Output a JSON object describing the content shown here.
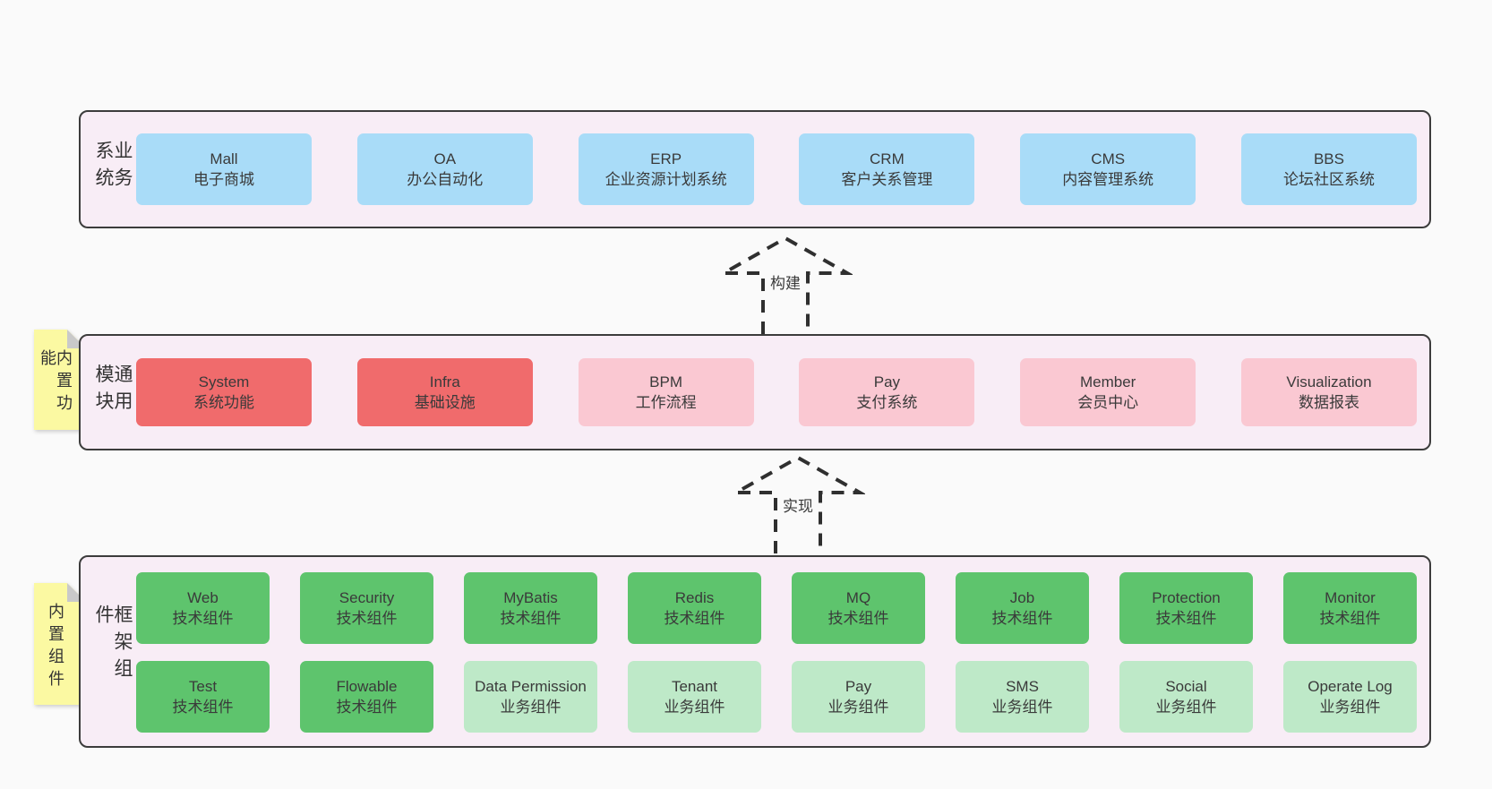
{
  "diagram": {
    "arrows": [
      {
        "label": "构建"
      },
      {
        "label": "实现"
      }
    ],
    "layers": [
      {
        "side_label": "业务系统",
        "items": [
          {
            "name": "Mall",
            "desc": "电子商城"
          },
          {
            "name": "OA",
            "desc": "办公自动化"
          },
          {
            "name": "ERP",
            "desc": "企业资源计划系统"
          },
          {
            "name": "CRM",
            "desc": "客户关系管理"
          },
          {
            "name": "CMS",
            "desc": "内容管理系统"
          },
          {
            "name": "BBS",
            "desc": "论坛社区系统"
          }
        ]
      },
      {
        "side_label": "通用模块",
        "sticky": "内置功能",
        "items": [
          {
            "name": "System",
            "desc": "系统功能",
            "variant": "red"
          },
          {
            "name": "Infra",
            "desc": "基础设施",
            "variant": "red"
          },
          {
            "name": "BPM",
            "desc": "工作流程",
            "variant": "pink"
          },
          {
            "name": "Pay",
            "desc": "支付系统",
            "variant": "pink"
          },
          {
            "name": "Member",
            "desc": "会员中心",
            "variant": "pink"
          },
          {
            "name": "Visualization",
            "desc": "数据报表",
            "variant": "pink"
          }
        ]
      },
      {
        "side_label": "框架组件",
        "sticky": "内置组件",
        "rows": [
          [
            {
              "name": "Web",
              "desc": "技术组件",
              "variant": "green"
            },
            {
              "name": "Security",
              "desc": "技术组件",
              "variant": "green"
            },
            {
              "name": "MyBatis",
              "desc": "技术组件",
              "variant": "green"
            },
            {
              "name": "Redis",
              "desc": "技术组件",
              "variant": "green"
            },
            {
              "name": "MQ",
              "desc": "技术组件",
              "variant": "green"
            },
            {
              "name": "Job",
              "desc": "技术组件",
              "variant": "green"
            },
            {
              "name": "Protection",
              "desc": "技术组件",
              "variant": "green"
            },
            {
              "name": "Monitor",
              "desc": "技术组件",
              "variant": "green"
            }
          ],
          [
            {
              "name": "Test",
              "desc": "技术组件",
              "variant": "green"
            },
            {
              "name": "Flowable",
              "desc": "技术组件",
              "variant": "green"
            },
            {
              "name": "Data Permission",
              "desc": "业务组件",
              "variant": "lightgreen"
            },
            {
              "name": "Tenant",
              "desc": "业务组件",
              "variant": "lightgreen"
            },
            {
              "name": "Pay",
              "desc": "业务组件",
              "variant": "lightgreen"
            },
            {
              "name": "SMS",
              "desc": "业务组件",
              "variant": "lightgreen"
            },
            {
              "name": "Social",
              "desc": "业务组件",
              "variant": "lightgreen"
            },
            {
              "name": "Operate Log",
              "desc": "业务组件",
              "variant": "lightgreen"
            }
          ]
        ]
      }
    ],
    "colors": {
      "page_bg": "#fafafa",
      "panel_bg": "#f8edf6",
      "panel_border": "#3c3c3c",
      "blue": "#a9dcf8",
      "red": "#f06b6c",
      "pink": "#fac8d2",
      "green": "#5ec46d",
      "light_green": "#bee9c8",
      "sticky_yellow": "#fbf9a2",
      "sticky_fold": "#c9c9c9",
      "arrow_stroke": "#2f2f2f",
      "text": "#3a3a3a"
    }
  }
}
